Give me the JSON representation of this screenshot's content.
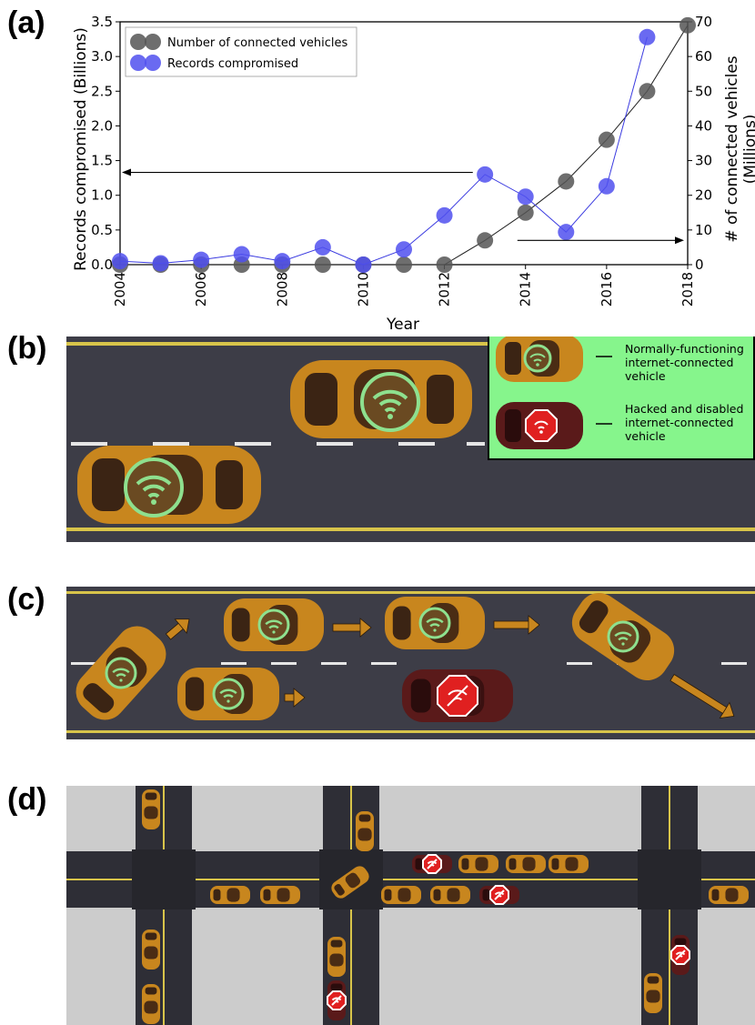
{
  "panels": {
    "a": "(a)",
    "b": "(b)",
    "c": "(c)",
    "d": "(d)"
  },
  "chart_data": {
    "type": "line",
    "xlabel": "Year",
    "ylabel_left": "Records compromised (Billions)",
    "ylabel_right": "# of connected vehicles (Millions)",
    "xlim": [
      2004,
      2018
    ],
    "ylim_left": [
      0,
      3.5
    ],
    "ylim_right": [
      0,
      70
    ],
    "x_ticks": [
      "2004",
      "2006",
      "2008",
      "2010",
      "2012",
      "2014",
      "2016",
      "2018"
    ],
    "y_left_ticks": [
      "0.0",
      "0.5",
      "1.0",
      "1.5",
      "2.0",
      "2.5",
      "3.0",
      "3.5"
    ],
    "y_right_ticks": [
      "0",
      "10",
      "20",
      "30",
      "40",
      "50",
      "60",
      "70"
    ],
    "legend_position": "top-left",
    "grid": false,
    "series": [
      {
        "name": "Number of connected vehicles",
        "axis": "right",
        "color": "#555555",
        "x": [
          2004,
          2005,
          2006,
          2007,
          2008,
          2009,
          2010,
          2011,
          2012,
          2013,
          2014,
          2015,
          2016,
          2017,
          2018
        ],
        "y": [
          0,
          0,
          0,
          0,
          0,
          0,
          0,
          0,
          0,
          7,
          15,
          24,
          36,
          50,
          69
        ]
      },
      {
        "name": "Records compromised",
        "axis": "left",
        "color": "#5050ee",
        "x": [
          2004,
          2005,
          2006,
          2007,
          2008,
          2009,
          2010,
          2011,
          2012,
          2013,
          2014,
          2015,
          2016,
          2017
        ],
        "y": [
          0.05,
          0.02,
          0.07,
          0.15,
          0.05,
          0.25,
          0.0,
          0.22,
          0.71,
          1.3,
          0.98,
          0.47,
          1.13,
          3.28
        ]
      }
    ]
  },
  "legend_b": {
    "normal": "Normally-functioning internet-connected vehicle",
    "hacked": "Hacked and disabled internet-connected vehicle"
  },
  "colors": {
    "road": "#3a3a44",
    "lane_yellow": "#d8c44a",
    "car_orange": "#c8861e",
    "car_dark": "#5a1a1a",
    "wifi_green": "#8ee08e",
    "legend_bg": "#86f58c",
    "stop_red": "#e02020",
    "grass_gray": "#cccccc"
  },
  "icons": [
    "wifi-icon",
    "stop-sign-icon",
    "arrow-icon"
  ]
}
